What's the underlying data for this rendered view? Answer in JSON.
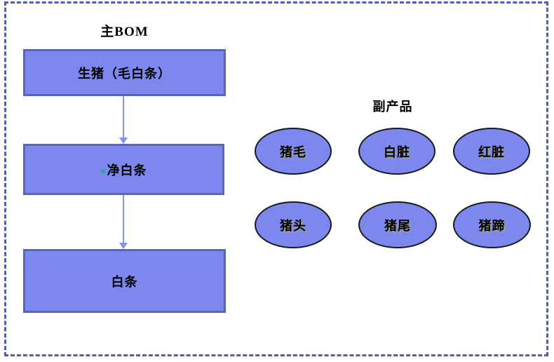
{
  "main_bom": {
    "title": "主BOM",
    "nodes": [
      {
        "label": "生猪（毛白条）"
      },
      {
        "label": "净白条",
        "bullet": true
      },
      {
        "label": "白条"
      }
    ]
  },
  "byproducts": {
    "title": "副产品",
    "items": [
      "猪毛",
      "白脏",
      "红脏",
      "猪头",
      "猪尾",
      "猪蹄"
    ]
  },
  "colors": {
    "node_fill": "#7d88ef",
    "node_border": "#5a64b8",
    "ellipse_border": "#1a1a1a",
    "arrow": "#8190f2",
    "frame_dash": "#5060ae",
    "bullet_green": "#34a98c",
    "text": "#000000",
    "ellipse_text_shadow": "#9b9b9b"
  }
}
